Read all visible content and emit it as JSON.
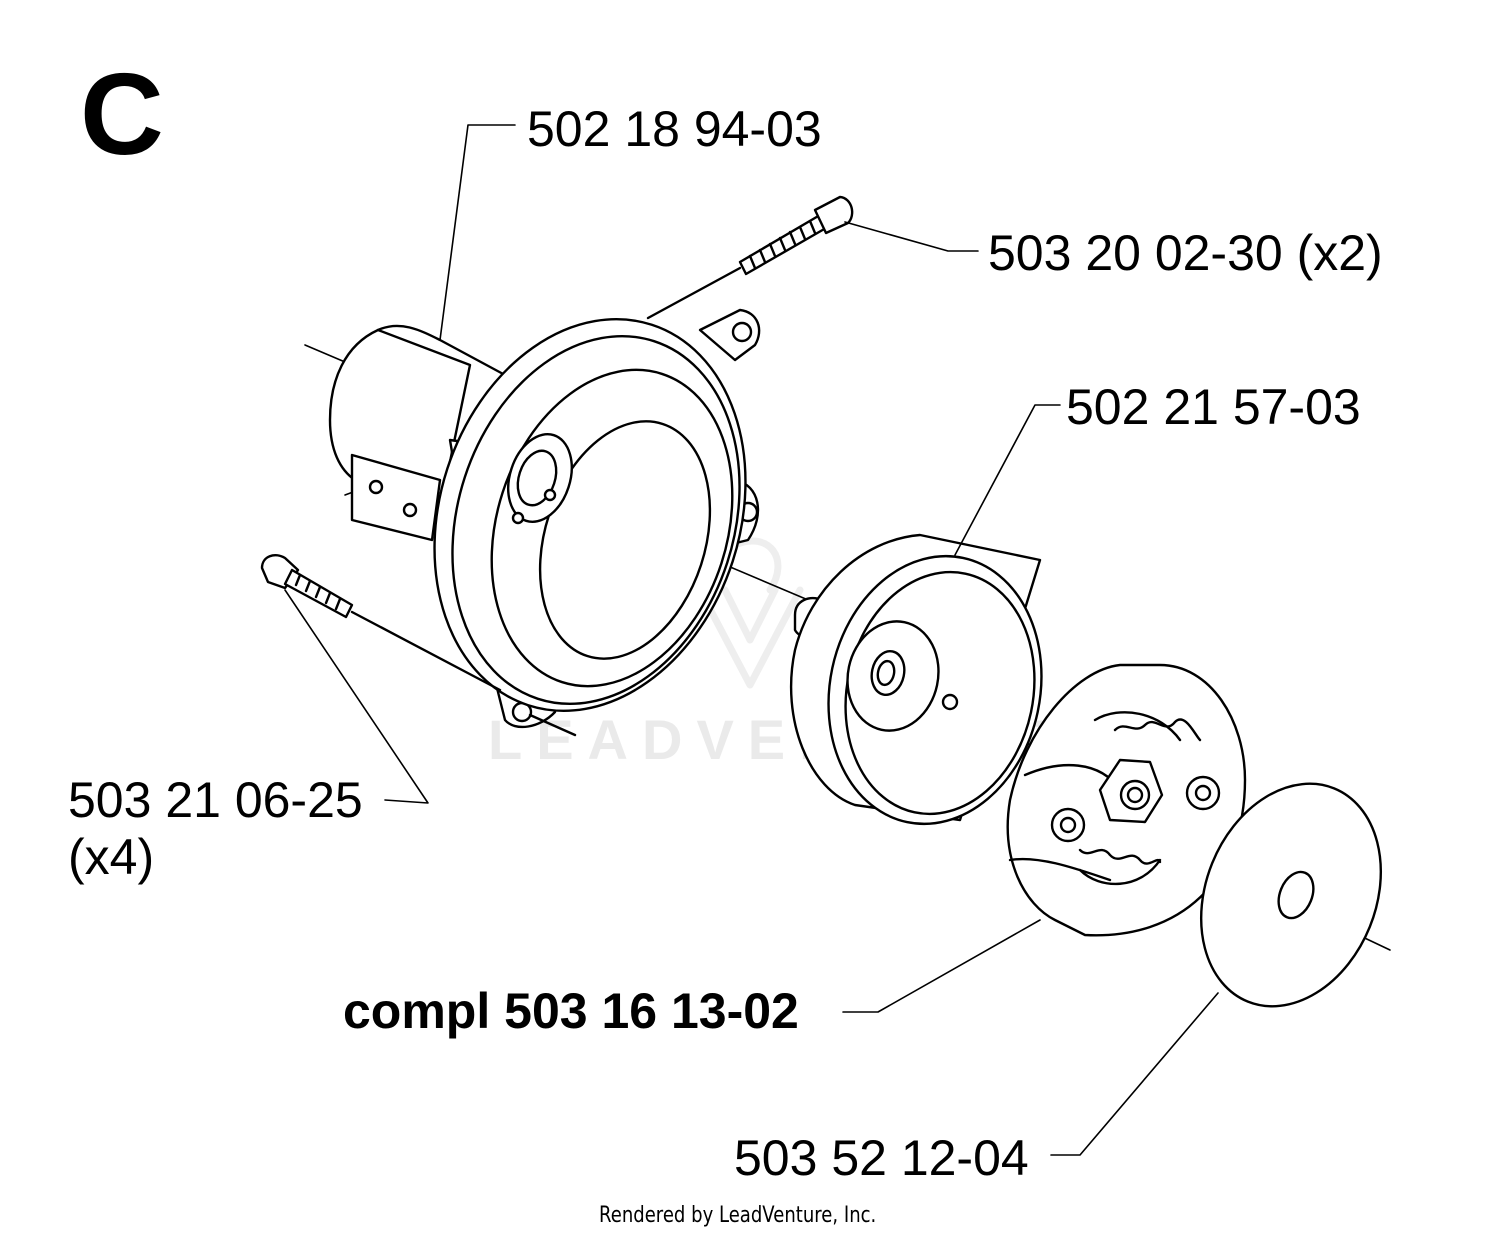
{
  "section_letter": "C",
  "callouts": {
    "housing": "502 18 94-03",
    "screw_top": "503 20 02-30 (x2)",
    "drum": "502 21 57-03",
    "screw_bottom_line1": "503 21 06-25",
    "screw_bottom_line2": "(x4)",
    "clutch_assembly": "compl 503 16 13-02",
    "washer": "503 52 12-04"
  },
  "credit": "Rendered by LeadVenture, Inc.",
  "watermark": "LEADVENTURE"
}
